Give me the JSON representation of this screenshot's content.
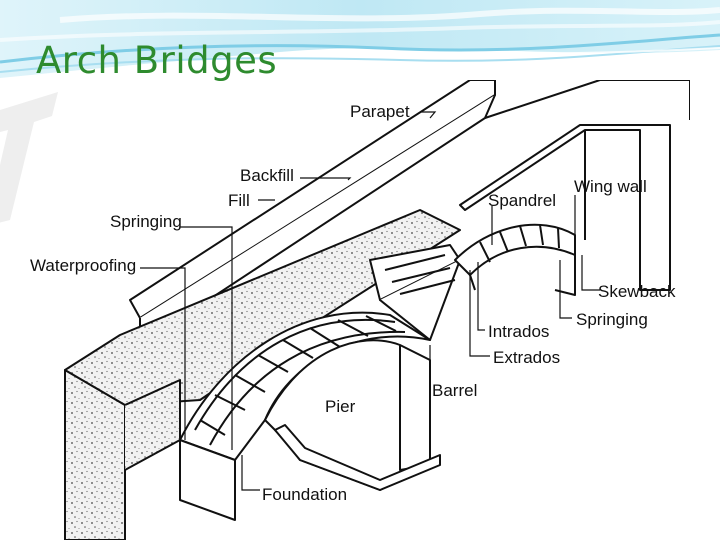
{
  "slide": {
    "title": "Arch Bridges"
  },
  "diagram": {
    "labels": {
      "parapet": "Parapet",
      "backfill": "Backfill",
      "fill": "Fill",
      "springing_left": "Springing",
      "waterproofing": "Waterproofing",
      "spandrel": "Spandrel",
      "wing_wall": "Wing wall",
      "skewback": "Skewback",
      "springing_right": "Springing",
      "intrados": "Intrados",
      "extrados": "Extrados",
      "barrel": "Barrel",
      "pier": "Pier",
      "foundation": "Foundation"
    }
  },
  "colors": {
    "title": "#2e8b2e",
    "banner_light": "#cdeef7",
    "banner_mid": "#8fd3ea",
    "fill_texture": "#efefef"
  }
}
